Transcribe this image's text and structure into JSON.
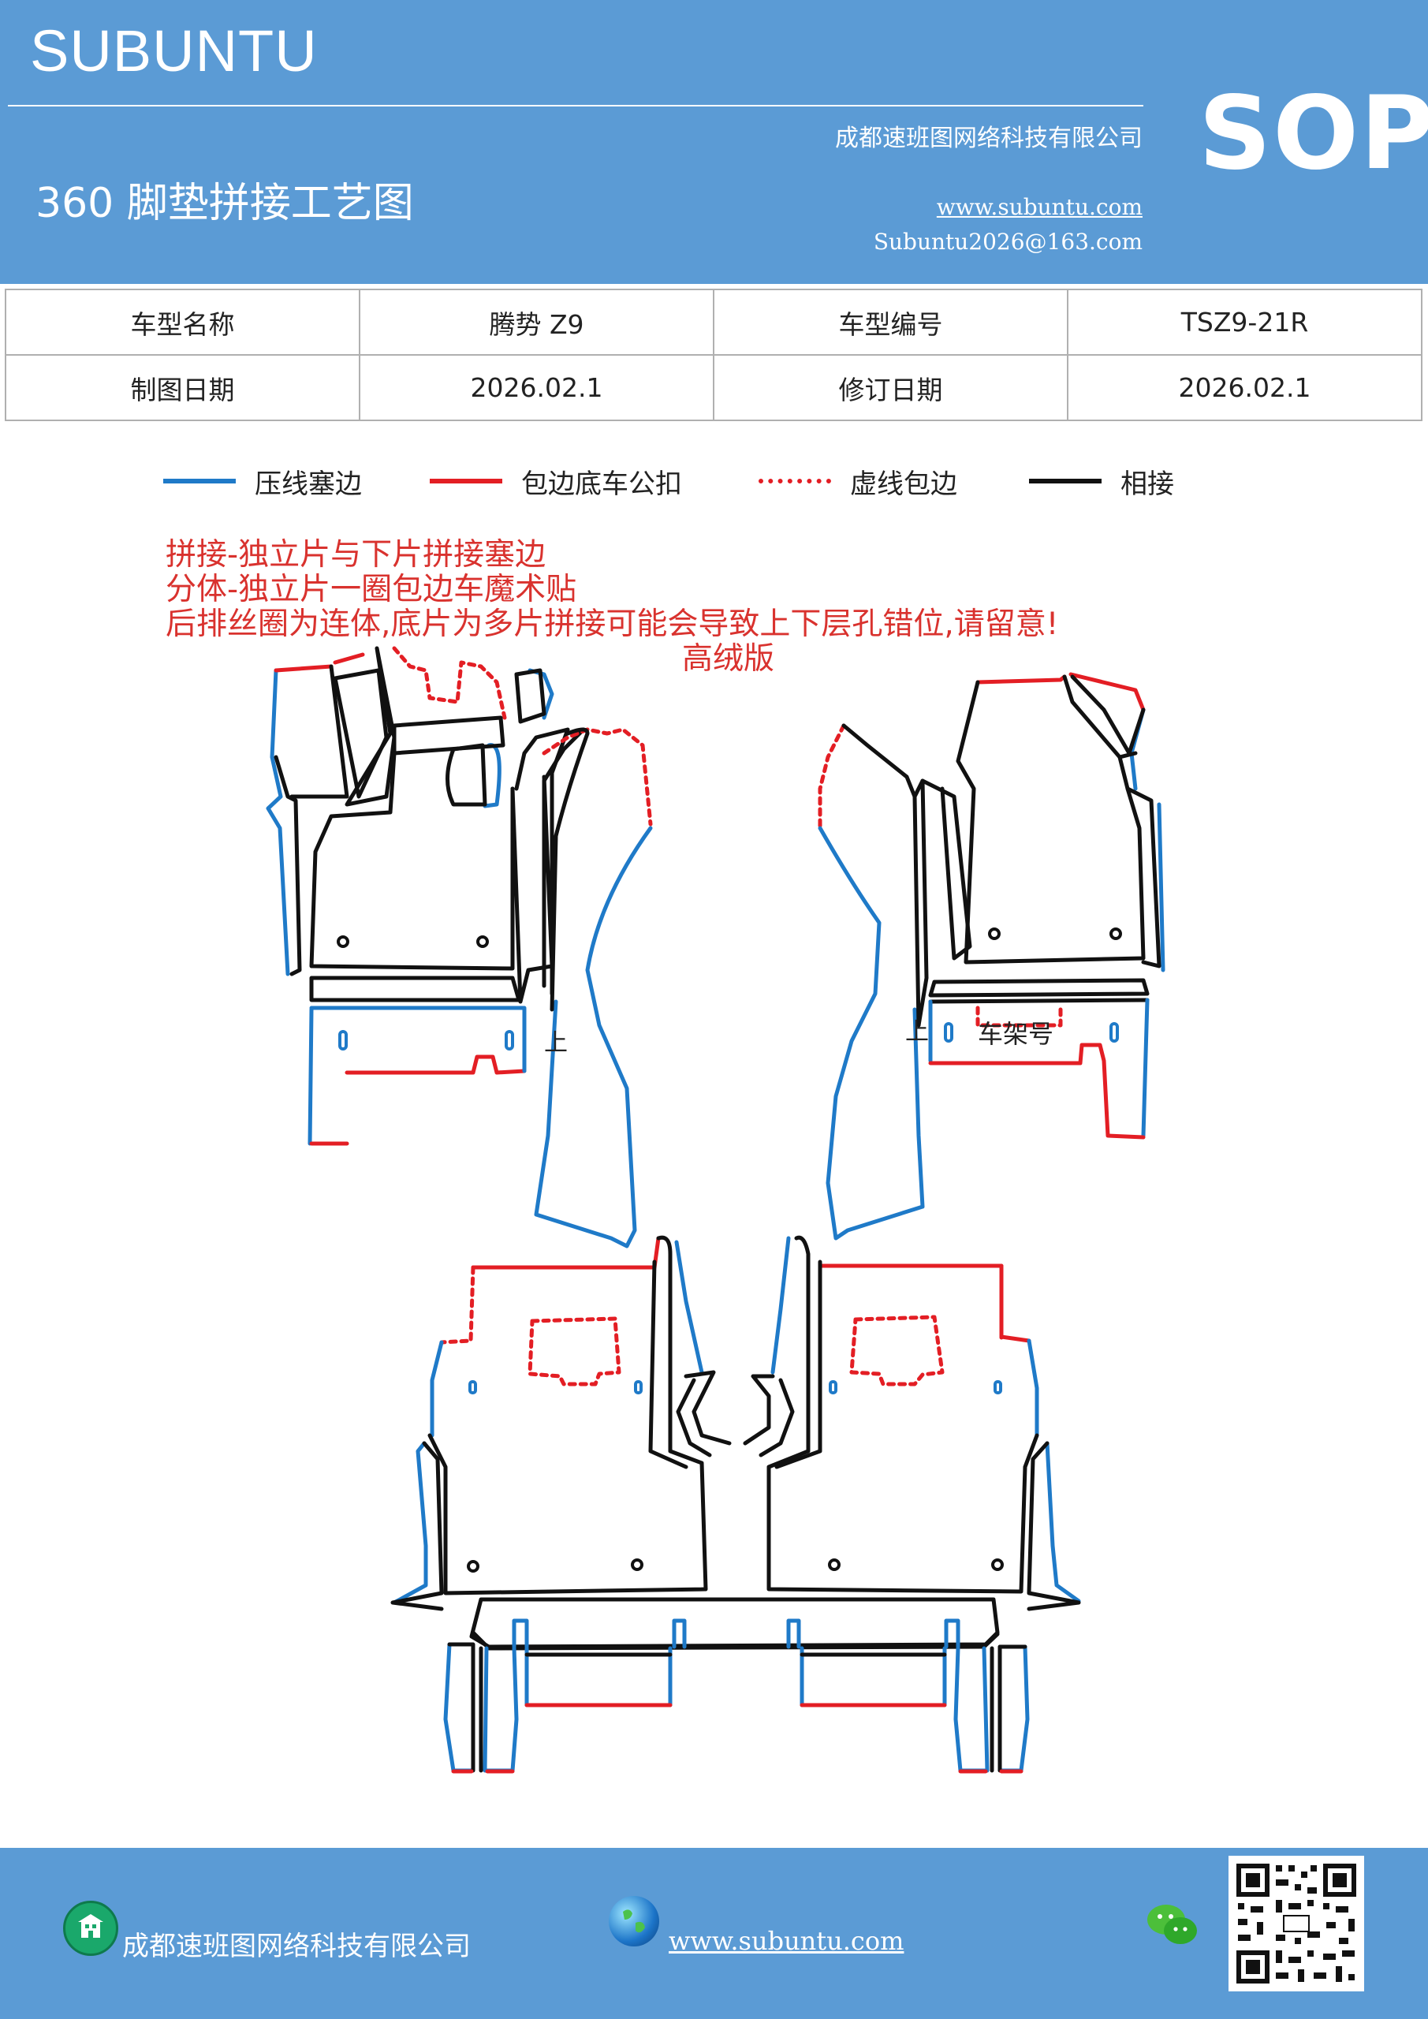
{
  "header": {
    "brand": "SUBUNTU",
    "company": "成都速班图网络科技有限公司",
    "title": "360 脚垫拼接工艺图",
    "website": "www.subuntu.com",
    "email": "Subuntu2026@163.com",
    "badge": "SOP",
    "background": "#5b9bd5"
  },
  "info_table": [
    [
      "车型名称",
      "腾势 Z9",
      "车型编号",
      "TSZ9-21R"
    ],
    [
      "制图日期",
      "2026.02.1",
      "修订日期",
      "2026.02.1"
    ]
  ],
  "legend": [
    {
      "label": "压线塞边",
      "color": "#1f7ac8",
      "style": "solid"
    },
    {
      "label": "包边底车公扣",
      "color": "#e31e24",
      "style": "solid"
    },
    {
      "label": "虚线包边",
      "color": "#e31e24",
      "style": "dotted"
    },
    {
      "label": "相接",
      "color": "#111111",
      "style": "solid"
    }
  ],
  "notes": [
    "拼接-独立片与下片拼接塞边",
    "分体-独立片一圈包边车魔术贴",
    "后排丝圈为连体,底片为多片拼接可能会导致上下层孔错位,请留意!",
    "高绒版"
  ],
  "diagram_labels": {
    "up_left": "上",
    "up_right": "上",
    "vin": "车架号"
  },
  "colors": {
    "blue_edge": "#1f7ac8",
    "red_edge": "#e31e24",
    "black_edge": "#111111"
  },
  "footer": {
    "company": "成都速班图网络科技有限公司",
    "website": "www.subuntu.com",
    "company_icon": "building-icon",
    "web_icon": "globe-icon",
    "wechat_icon": "wechat-icon",
    "qr": "qr-code"
  }
}
